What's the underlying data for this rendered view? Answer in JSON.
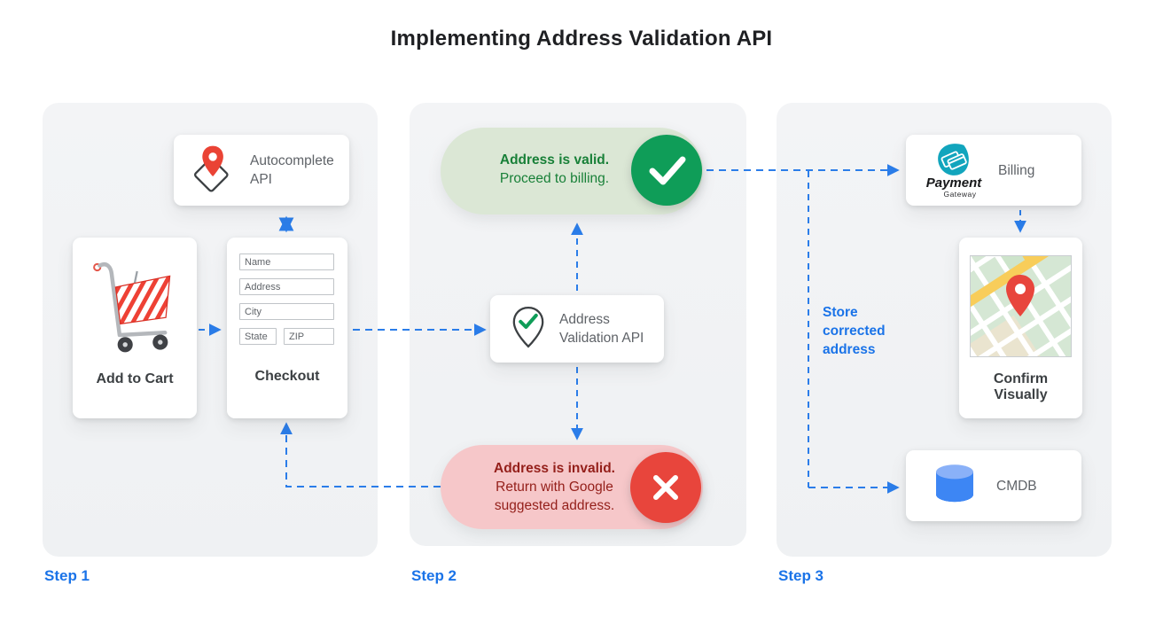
{
  "title": "Implementing Address Validation API",
  "steps": [
    {
      "label": "Step 1"
    },
    {
      "label": "Step 2"
    },
    {
      "label": "Step 3"
    }
  ],
  "step1": {
    "autocomplete_card": {
      "icon": "map-pin-diamond-icon",
      "label": "Autocomplete API"
    },
    "add_to_cart_card": {
      "icon": "shopping-cart-icon",
      "label": "Add to Cart"
    },
    "checkout_card": {
      "label": "Checkout",
      "fields": [
        {
          "placeholder": "Name"
        },
        {
          "placeholder": "Address"
        },
        {
          "placeholder": "City"
        },
        {
          "placeholder": "State"
        },
        {
          "placeholder": "ZIP"
        }
      ]
    }
  },
  "step2": {
    "valid_pill": {
      "icon": "check-circle-icon",
      "title": "Address is valid.",
      "subtitle": "Proceed to billing."
    },
    "validation_card": {
      "icon": "map-pin-check-icon",
      "label": "Address Validation API"
    },
    "invalid_pill": {
      "icon": "x-circle-icon",
      "title": "Address is invalid.",
      "subtitle": "Return with Google suggested address."
    }
  },
  "step3": {
    "billing_card": {
      "icon": "payment-gateway-logo",
      "logo_title": "Payment",
      "logo_subtitle": "Gateway",
      "label": "Billing"
    },
    "confirm_card": {
      "icon": "map-thumbnail",
      "label": "Confirm Visually"
    },
    "cmdb_card": {
      "icon": "database-icon",
      "label": "CMDB"
    },
    "store_note": "Store corrected address"
  },
  "colors": {
    "accent_blue": "#1a73e8",
    "valid_green_circle": "#0f9d58",
    "valid_pill_bg": "#dbe7d5",
    "valid_text": "#188038",
    "invalid_red_circle": "#e8453c",
    "invalid_pill_bg": "#f6c7c9",
    "invalid_text": "#941f1a",
    "panel_bg": "#f1f3f4",
    "text_dark": "#3c4043",
    "text_gray": "#5f6368"
  }
}
